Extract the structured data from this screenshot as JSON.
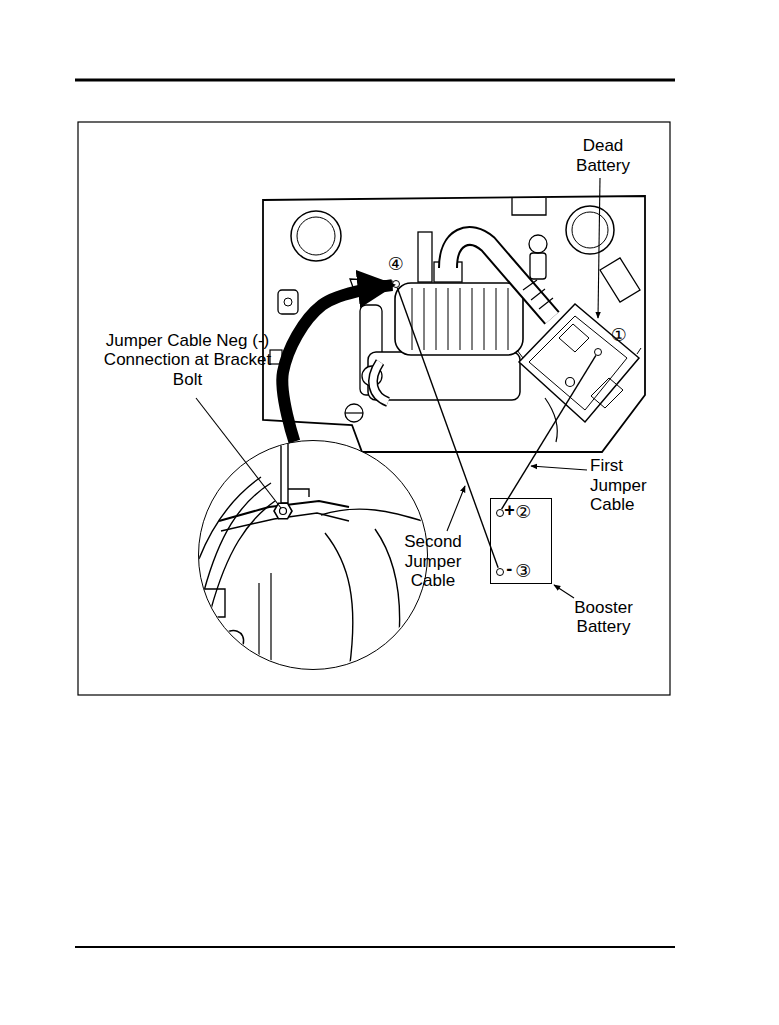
{
  "diagram": {
    "nodes": [
      {
        "text": [
          "Dead Battery"
        ]
      },
      {
        "text": [
          "①"
        ],
        "in": 0
      },
      {
        "text": [
          "④"
        ]
      },
      {
        "text": [
          "Jumper Cable Neg (-) Connection at Bracket Bolt"
        ]
      },
      {
        "text": [
          "Booster Battery"
        ]
      },
      {
        "text": [
          "+",
          "②"
        ],
        "in": 4
      },
      {
        "text": [
          "-",
          "③"
        ],
        "in": 4
      }
    ],
    "edges": [
      {
        "from": 5,
        "to": 1,
        "arrow": "none",
        "label": "First Jumper Cable"
      },
      {
        "from": 6,
        "to": 2,
        "arrow": "none",
        "label": "Second Jumper Cable"
      },
      {
        "from": 3,
        "to": 2,
        "arrow": "to"
      }
    ]
  }
}
